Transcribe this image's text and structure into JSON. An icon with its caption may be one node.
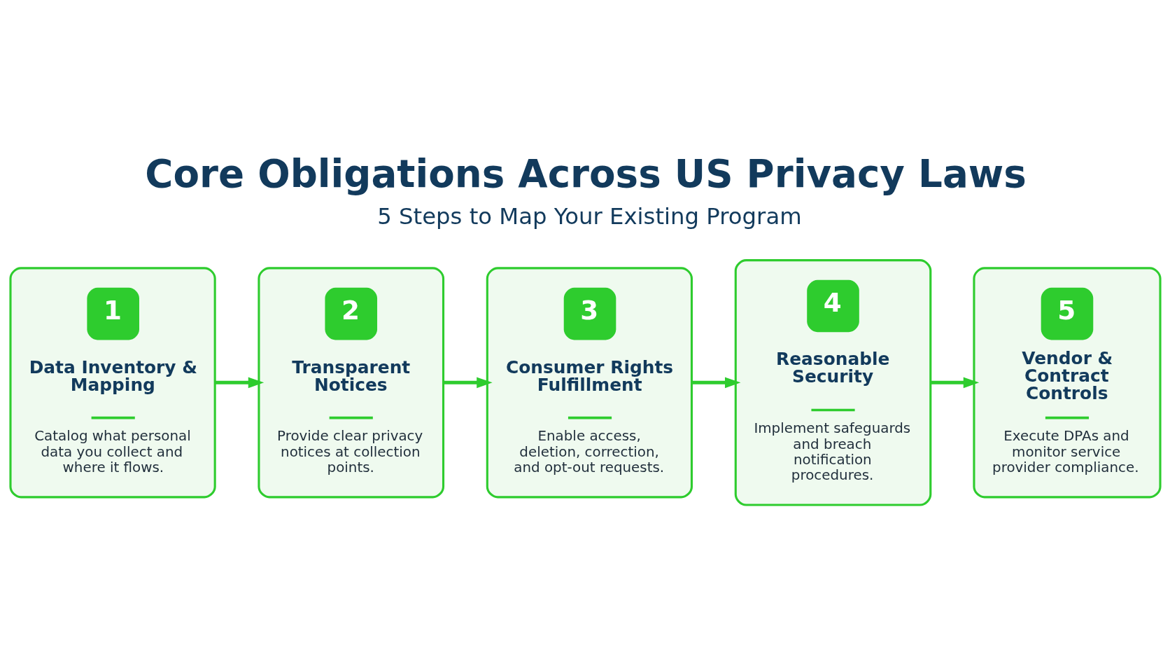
{
  "diagram": {
    "title": "Core Obligations Across US Privacy Laws",
    "nodes": [
      {
        "text": [
          "1",
          "Data Inventory & Mapping",
          "Catalog what personal data you collect and where it flows."
        ]
      },
      {
        "text": [
          "2",
          "Transparent Notices",
          "Provide clear privacy notices at collection points."
        ]
      },
      {
        "text": [
          "3",
          "Consumer Rights Fulfillment",
          "Enable access, deletion, correction, and opt-out requests."
        ]
      },
      {
        "text": [
          "4",
          "Reasonable Security",
          "Implement safeguards and breach notification procedures."
        ]
      },
      {
        "text": [
          "5",
          "Vendor & Contract Controls",
          "Execute DPAs and monitor service provider compliance."
        ]
      }
    ],
    "edges": [
      {
        "from": 0,
        "to": 1,
        "arrow": "to"
      },
      {
        "from": 1,
        "to": 2,
        "arrow": "to"
      },
      {
        "from": 2,
        "to": 3,
        "arrow": "to"
      },
      {
        "from": 3,
        "to": 4,
        "arrow": "to"
      }
    ],
    "labels": [
      "5 Steps to Map Your Existing Program"
    ]
  }
}
